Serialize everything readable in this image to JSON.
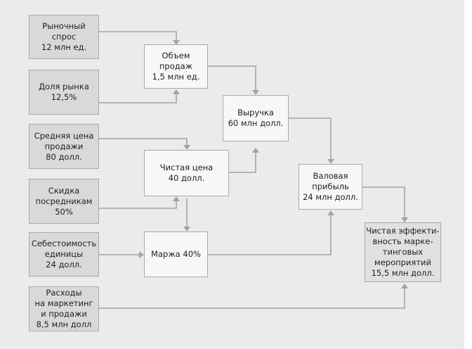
{
  "inputs": {
    "market_demand": "Рыночный\nспрос\n12 млн ед.",
    "market_share": "Доля рынка\n12,5%",
    "avg_price": "Средняя цена\nпродажи\n80 долл.",
    "dealer_discount": "Скидка\nпосредникам\n50%",
    "unit_cost": "Себестоимость\nединицы\n24 долл.",
    "marketing_costs": "Расходы\nна маркетинг\nи продажи\n8,5 млн долл"
  },
  "calcs": {
    "sales_volume": "Объем\nпродаж\n1,5 млн ед.",
    "net_price": "Чистая цена\n40 долл.",
    "margin": "Маржа 40%",
    "revenue": "Выручка\n60 млн долл.",
    "gross_profit": "Валовая\nприбыль\n24 млн долл.",
    "net_marketing_contribution": "Чистая эффекти-\nвность марке-\nтинговых\nмероприятий\n15,5 млн долл."
  }
}
